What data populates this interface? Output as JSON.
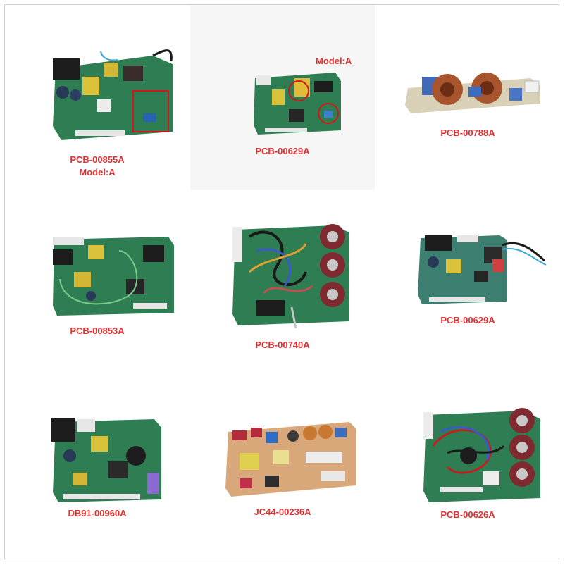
{
  "colors": {
    "label_red": "#e03030",
    "pcb_green": "#2e7d4f",
    "marker_red": "#d01818"
  },
  "products": [
    {
      "part": "PCB-00855A",
      "note": "Model:A"
    },
    {
      "part": "PCB-00629A",
      "note": "Model:A"
    },
    {
      "part": "PCB-00788A"
    },
    {
      "part": "PCB-00853A"
    },
    {
      "part": "PCB-00740A"
    },
    {
      "part": "PCB-00629A"
    },
    {
      "part": "DB91-00960A"
    },
    {
      "part": "JC44-00236A"
    },
    {
      "part": "PCB-00626A"
    }
  ]
}
